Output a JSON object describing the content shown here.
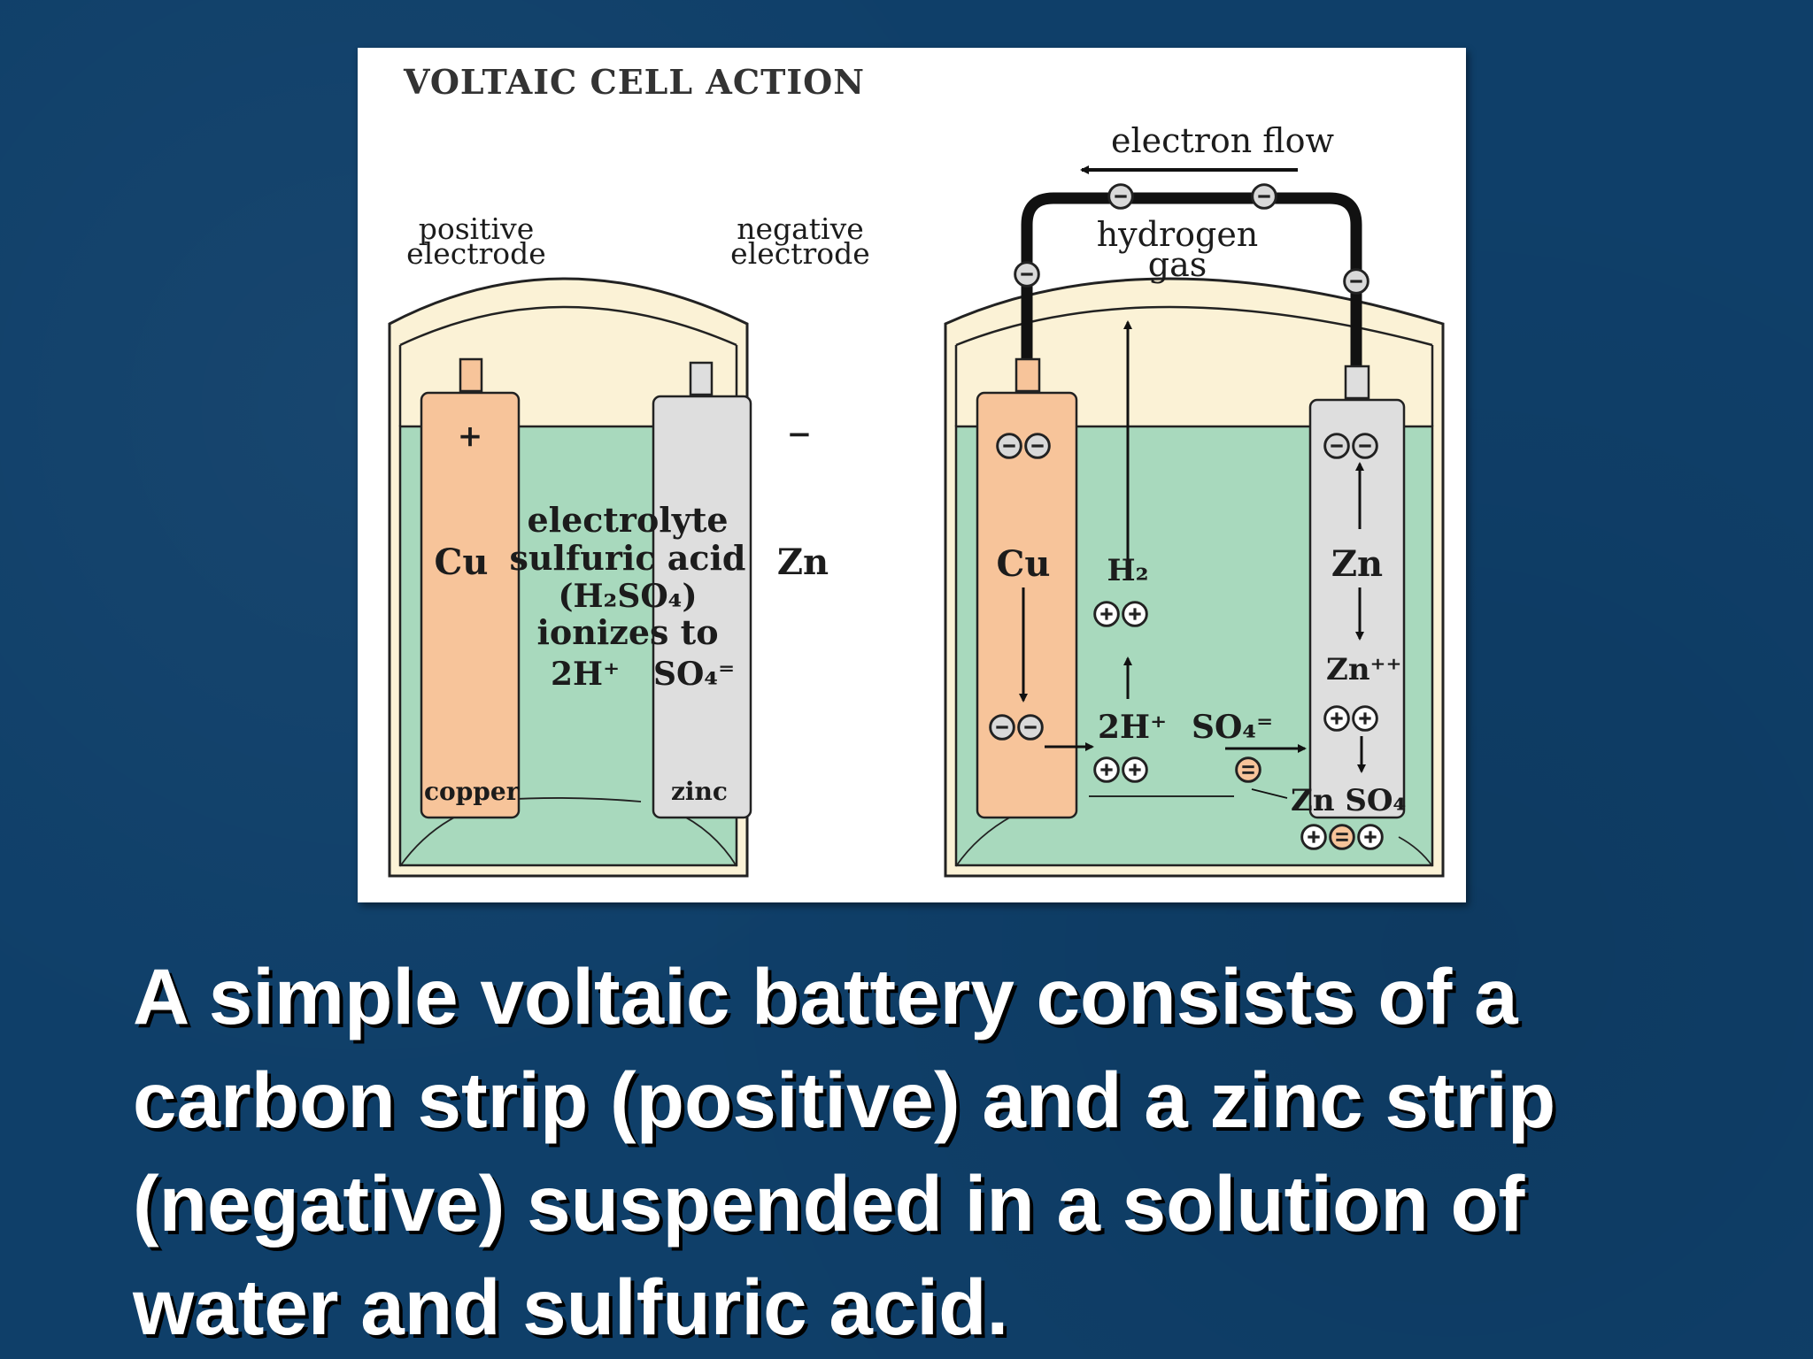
{
  "diagram": {
    "title": "VOLTAIC CELL ACTION",
    "left_cell": {
      "positive_label_1": "positive",
      "positive_label_2": "electrode",
      "negative_label_1": "negative",
      "negative_label_2": "electrode",
      "plus_sign": "+",
      "minus_sign": "−",
      "cu": "Cu",
      "zn": "Zn",
      "electrolyte_lines": [
        "electrolyte",
        "sulfuric acid",
        "(H₂SO₄)",
        "ionizes to"
      ],
      "ion_2h": "2H⁺",
      "ion_so4": "SO₄⁼",
      "copper": "copper",
      "zinc": "zinc"
    },
    "right_cell": {
      "electron_flow": "electron flow",
      "hydrogen": "hydrogen",
      "gas": "gas",
      "cu": "Cu",
      "zn": "Zn",
      "h2": "H₂",
      "zn_ion": "Zn⁺⁺",
      "ion_2h": "2H⁺",
      "ion_so4": "SO₄⁼",
      "znso4": "Zn SO₄"
    },
    "colors": {
      "electrolyte": "#a8d9bd",
      "copper": "#f7c49a",
      "zinc": "#dedede",
      "jar_rim": "#fbf2d6",
      "wire": "#111111"
    }
  },
  "caption": {
    "lines": [
      "A simple voltaic battery consists of a",
      "carbon strip (positive) and a zinc strip",
      "(negative) suspended in a solution of",
      "water and sulfuric acid."
    ]
  }
}
